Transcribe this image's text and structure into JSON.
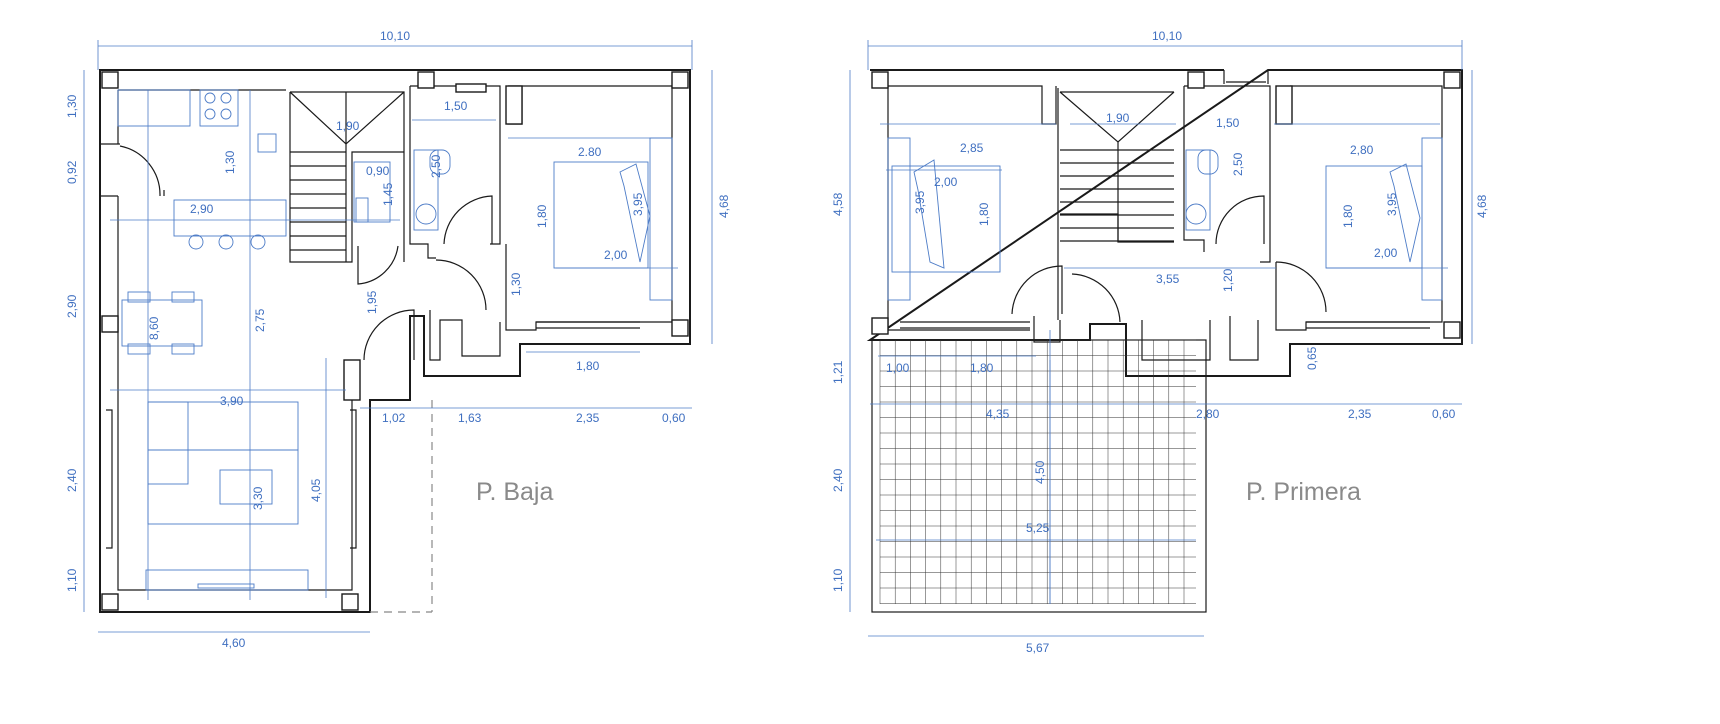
{
  "plans": [
    {
      "title": "P. Baja",
      "dims": {
        "top_total": "10,10",
        "left": [
          "1,30",
          "0,92",
          "2,90",
          "2,40",
          "1,10"
        ],
        "right": "4,68",
        "bottom_row": [
          "1,02",
          "1,63",
          "2,35",
          "0,60"
        ],
        "bottom_total": "4,60",
        "rooms": [
          "1,90",
          "1,50",
          "0,90",
          "1,45",
          "2,50",
          "1,30",
          "2,90",
          "2.80",
          "1,80",
          "3,95",
          "2,00",
          "1,30",
          "1,95",
          "8,60",
          "2,75",
          "3,90",
          "4,05",
          "3,30",
          "1,80"
        ]
      }
    },
    {
      "title": "P. Primera",
      "dims": {
        "top_total": "10,10",
        "left": [
          "4,58",
          "1,21",
          "2,40",
          "1,10"
        ],
        "right": "4,68",
        "bottom_row": [
          "4,35",
          "2,80",
          "2,35",
          "0,60"
        ],
        "bottom_total": "5,67",
        "rooms": [
          "1,90",
          "2,85",
          "2,00",
          "3,95",
          "1,80",
          "1,50",
          "2,50",
          "2,80",
          "1,80",
          "3,95",
          "2,00",
          "3,55",
          "1,20",
          "0,65",
          "1,00",
          "1,80",
          "4,50",
          "5,25"
        ]
      }
    }
  ],
  "colors": {
    "wall": "#1a1a1a",
    "dimension": "#4d7cc7",
    "title": "#8a8a8a"
  }
}
